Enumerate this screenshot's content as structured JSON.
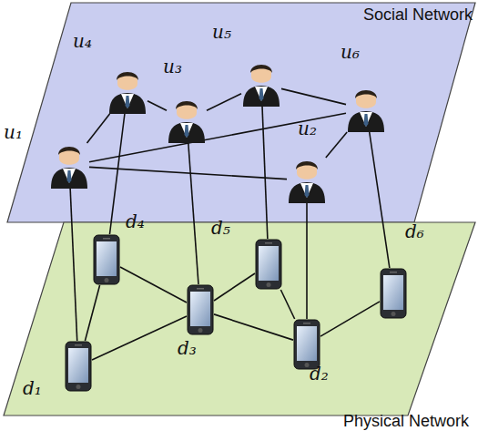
{
  "diagram": {
    "nodes": [
      {
        "text": [
          "u₄"
        ]
      },
      {
        "text": [
          "u₃"
        ]
      },
      {
        "text": [
          "u₅"
        ]
      },
      {
        "text": [
          "u₆"
        ]
      },
      {
        "text": [
          "u₁"
        ]
      },
      {
        "text": [
          "u₂"
        ]
      },
      {
        "text": [
          "d₄"
        ]
      },
      {
        "text": [
          "d₅"
        ]
      },
      {
        "text": [
          "d₆"
        ]
      },
      {
        "text": [
          "d₃"
        ]
      },
      {
        "text": [
          "d₁"
        ]
      },
      {
        "text": [
          "d₂"
        ]
      }
    ],
    "edges": [
      {
        "from": 0,
        "to": 4,
        "arrow": "none"
      },
      {
        "from": 0,
        "to": 1,
        "arrow": "none"
      },
      {
        "from": 1,
        "to": 2,
        "arrow": "none"
      },
      {
        "from": 2,
        "to": 3,
        "arrow": "none"
      },
      {
        "from": 4,
        "to": 3,
        "arrow": "none"
      },
      {
        "from": 4,
        "to": 5,
        "arrow": "none"
      },
      {
        "from": 5,
        "to": 3,
        "arrow": "none"
      },
      {
        "from": 4,
        "to": 10,
        "arrow": "none"
      },
      {
        "from": 0,
        "to": 6,
        "arrow": "none"
      },
      {
        "from": 1,
        "to": 9,
        "arrow": "none"
      },
      {
        "from": 2,
        "to": 7,
        "arrow": "none"
      },
      {
        "from": 5,
        "to": 11,
        "arrow": "none"
      },
      {
        "from": 3,
        "to": 8,
        "arrow": "none"
      },
      {
        "from": 10,
        "to": 6,
        "arrow": "none"
      },
      {
        "from": 10,
        "to": 9,
        "arrow": "none"
      },
      {
        "from": 6,
        "to": 9,
        "arrow": "none"
      },
      {
        "from": 9,
        "to": 7,
        "arrow": "none"
      },
      {
        "from": 9,
        "to": 11,
        "arrow": "none"
      },
      {
        "from": 7,
        "to": 11,
        "arrow": "none"
      },
      {
        "from": 11,
        "to": 8,
        "arrow": "none"
      }
    ],
    "labels": [
      "Social Network",
      "Physical Network"
    ]
  }
}
